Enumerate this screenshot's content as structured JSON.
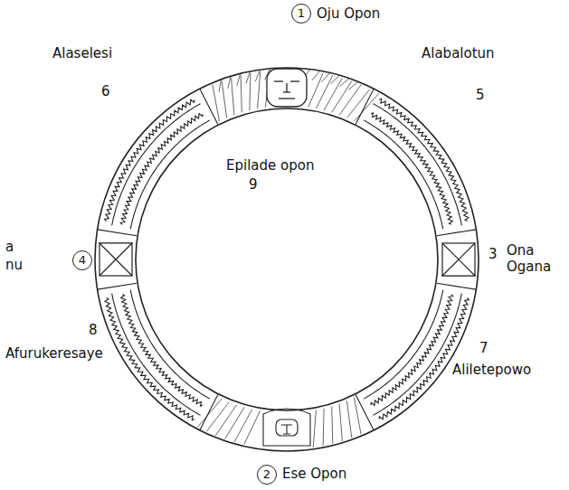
{
  "diagram": {
    "nodes": [
      {
        "text": [
          "Epilade opon",
          "9"
        ]
      }
    ],
    "labels": [
      "1",
      "Oju Opon",
      "Alaselesi",
      "6",
      "Alabalotun",
      "5",
      "4",
      "a",
      "nu",
      "Ona Ogana",
      "3",
      "8",
      "Afurukeresaye",
      "7",
      "Aliletepowo",
      "2",
      "Ese Opon"
    ]
  }
}
